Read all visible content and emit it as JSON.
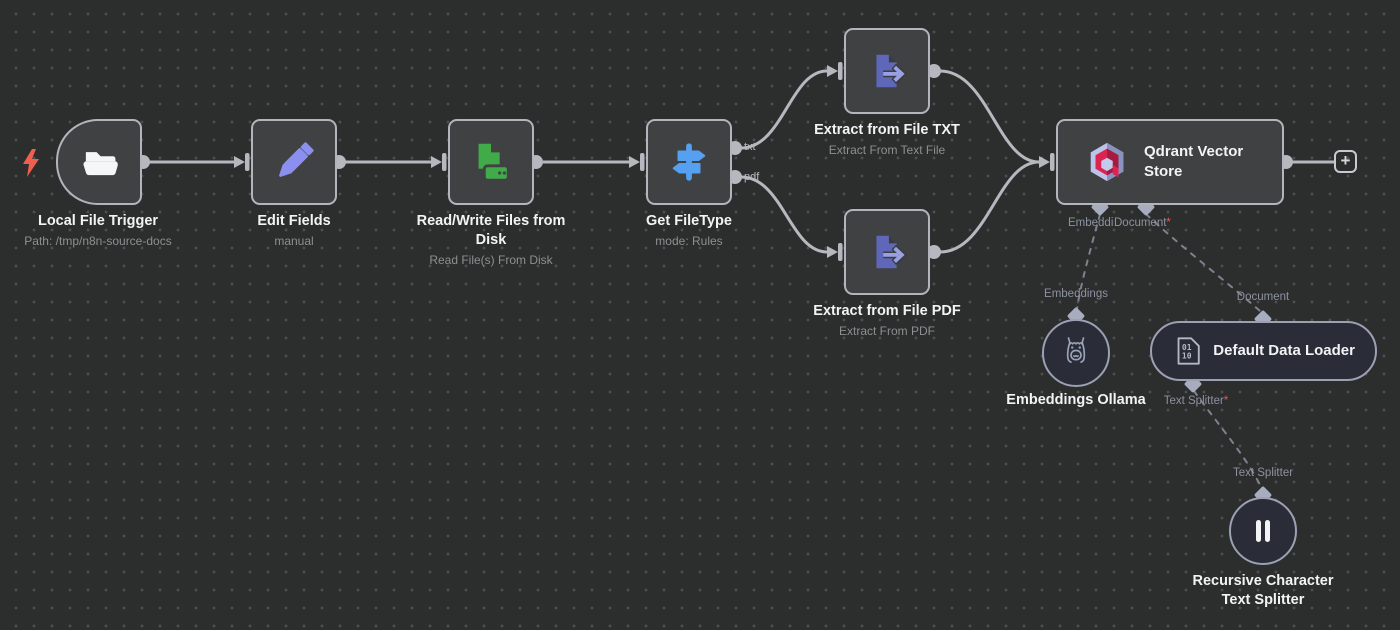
{
  "palette": {
    "canvas_bg": "#2c2d2d",
    "node_bg": "#3f4143",
    "subnode_bg": "#2a2c38",
    "node_border": "#b2b5bc",
    "wire": "#b5b8be",
    "dashed_wire": "#7d828e",
    "title_text": "#f2f3f4",
    "subtitle_text": "#8d8f92",
    "port_label_text": "#8c92a0",
    "trigger_bolt": "#ee5f4d",
    "required_marker_color": "#ef5350",
    "icon_pencil": "#8b8ff0",
    "icon_files_green": "#41ab49",
    "icon_signpost_blue": "#55a0f0",
    "icon_extract_indigo": "#5f68b8",
    "qdrant_red": "#dc2450",
    "qdrant_lavender": "#bcc4ea"
  },
  "nodes": [
    {
      "id": "local-file-trigger",
      "title": "Local File Trigger",
      "subtitle": "Path: /tmp/n8n-source-docs",
      "icon": "folder-open-icon",
      "kind": "trigger"
    },
    {
      "id": "edit-fields",
      "title": "Edit Fields",
      "subtitle": "manual",
      "icon": "pencil-icon"
    },
    {
      "id": "read-write-files-from-disk",
      "title": "Read/Write Files from Disk",
      "subtitle": "Read File(s) From Disk",
      "icon": "file-and-disk-icon"
    },
    {
      "id": "get-filetype",
      "title": "Get FileType",
      "subtitle": "mode: Rules",
      "icon": "signpost-icon",
      "outputs": [
        "txt",
        "pdf"
      ]
    },
    {
      "id": "extract-from-file-txt",
      "title": "Extract from File TXT",
      "subtitle": "Extract From Text File",
      "icon": "file-export-icon"
    },
    {
      "id": "extract-from-file-pdf",
      "title": "Extract from File PDF",
      "subtitle": "Extract From PDF",
      "icon": "file-export-icon"
    },
    {
      "id": "qdrant-vector-store",
      "title": "Qdrant Vector Store",
      "icon": "qdrant-logo-icon"
    },
    {
      "id": "embeddings-ollama",
      "title": "Embeddings Ollama",
      "icon": "llama-icon",
      "shape": "circle"
    },
    {
      "id": "default-data-loader",
      "title": "Default Data Loader",
      "icon": "binary-file-icon",
      "shape": "pill"
    },
    {
      "id": "recursive-character-text-splitter",
      "title": "Recursive Character Text Splitter",
      "icon": "pause-icon",
      "shape": "circle"
    }
  ],
  "port_labels": {
    "txt": "txt",
    "pdf": "pdf",
    "embedding_input": "Embedding",
    "document_input": "Document",
    "embeddings": "Embeddings",
    "document": "Document",
    "text_splitter_required": "Text Splitter",
    "text_splitter": "Text Splitter",
    "required_marker": "*"
  },
  "buttons": {
    "add_node": "+"
  }
}
